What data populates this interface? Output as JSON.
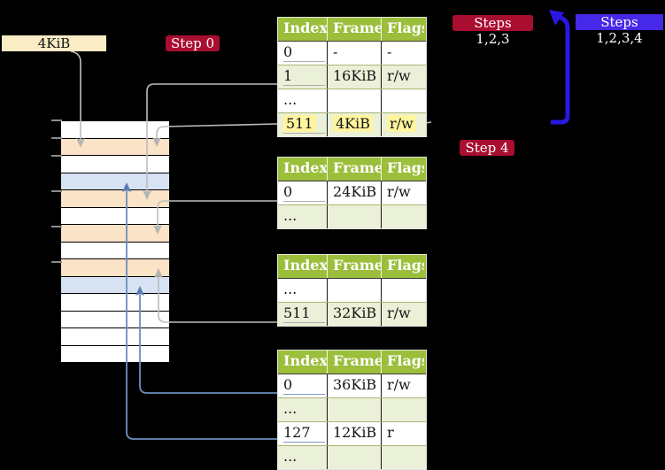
{
  "colors": {
    "background": "#000000",
    "table_header_bg": "#9BBE3B",
    "table_row_alt_bg": "#EBF0D8",
    "highlight_yellow": "#FFF59E",
    "label_red_bg": "#A90E31",
    "label_blue_bg": "#4629E8",
    "box_beige_bg": "#FAECC5",
    "stack_orange": "#FBE3C7",
    "stack_blue": "#D7E3F3",
    "arrow_grey": "#BDBDBD",
    "arrow_steel_blue": "#6C8EBF",
    "arrow_thick_blue": "#2A17E0"
  },
  "labels": {
    "frame_size_box": "4KiB",
    "step0": "Step 0",
    "steps123": "Steps 1,2,3",
    "steps1234": "Steps 1,2,3,4",
    "step4": "Step 4"
  },
  "table_columns": [
    "Index",
    "Frame",
    "Flags"
  ],
  "tables": [
    {
      "rows": [
        {
          "index": "0",
          "frame": "-",
          "flags": "-",
          "shade": false,
          "underline": true
        },
        {
          "index": "1",
          "frame": "16KiB",
          "flags": "r/w",
          "shade": true,
          "underline": true
        },
        {
          "index": "...",
          "frame": "",
          "flags": "",
          "shade": false
        },
        {
          "index": "511",
          "frame": "4KiB",
          "flags": "r/w",
          "shade": true,
          "underline": true,
          "highlight": true
        }
      ]
    },
    {
      "rows": [
        {
          "index": "0",
          "frame": "24KiB",
          "flags": "r/w",
          "shade": false,
          "underline": true
        },
        {
          "index": "...",
          "frame": "",
          "flags": "",
          "shade": true
        }
      ]
    },
    {
      "rows": [
        {
          "index": "...",
          "frame": "",
          "flags": "",
          "shade": false
        },
        {
          "index": "511",
          "frame": "32KiB",
          "flags": "r/w",
          "shade": true,
          "underline": true
        }
      ]
    },
    {
      "rows": [
        {
          "index": "0",
          "frame": "36KiB",
          "flags": "r/w",
          "shade": false,
          "underline": true,
          "underline_color": "blue"
        },
        {
          "index": "...",
          "frame": "",
          "flags": "",
          "shade": true
        },
        {
          "index": "127",
          "frame": "12KiB",
          "flags": "r",
          "shade": false,
          "underline": true,
          "underline_color": "blue"
        },
        {
          "index": "...",
          "frame": "",
          "flags": "",
          "shade": true
        }
      ]
    }
  ],
  "stack": {
    "rows": [
      "white",
      "orange",
      "white",
      "blue",
      "orange",
      "white",
      "orange",
      "white",
      "orange",
      "blue",
      "white",
      "white",
      "white",
      "white"
    ]
  }
}
